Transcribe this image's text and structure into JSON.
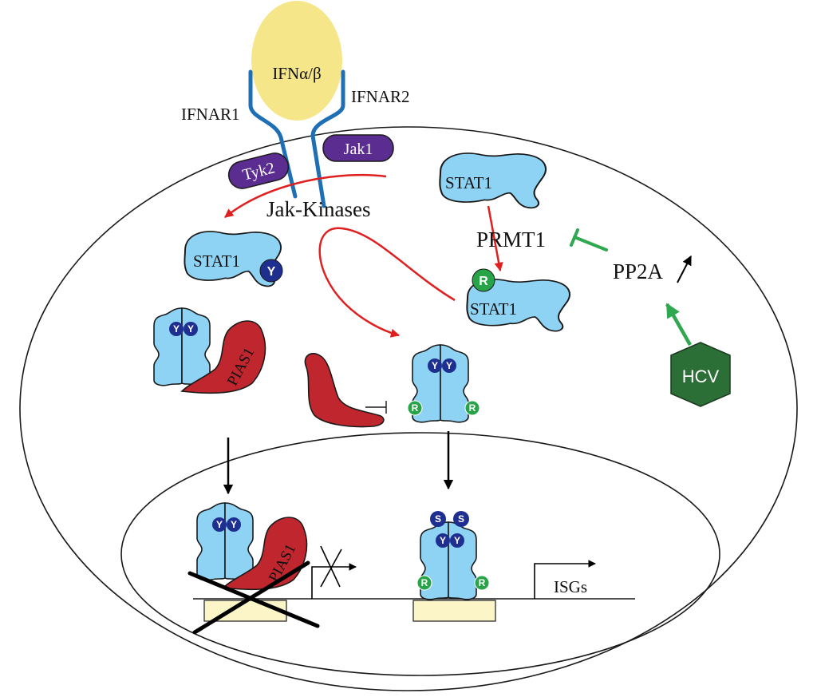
{
  "labels": {
    "ifn": "IFNα/β",
    "ifnar1": "IFNAR1",
    "ifnar2": "IFNAR2",
    "tyk2": "Tyk2",
    "jak1": "Jak1",
    "jak_kinases": "Jak-Kinases",
    "stat1_a": "STAT1",
    "stat1_b": "STAT1",
    "stat1_c": "STAT1",
    "prmt1": "PRMT1",
    "pp2a": "PP2A",
    "hcv": "HCV",
    "pias1_a": "PIAS1",
    "pias1_b": "PIAS1",
    "isgs": "ISGs"
  },
  "marks": {
    "Y": "Y",
    "R": "R",
    "S": "S"
  },
  "colors": {
    "ifn": "#f6e68a",
    "receptor": "#1f6fb5",
    "kinase": "#5b2d91",
    "stat": "#8fd3f4",
    "pias": "#c0262d",
    "y_bead": "#1f2f8f",
    "r_bead": "#27a447",
    "hcv": "#2b6e36",
    "red_arrow": "#e02020",
    "green_arrow": "#2fa84f",
    "promoter": "#fbf5c8"
  },
  "icons": [
    "transcription-start-arrow-icon",
    "blocked-transcription-icon",
    "inhibition-bar-icon"
  ]
}
